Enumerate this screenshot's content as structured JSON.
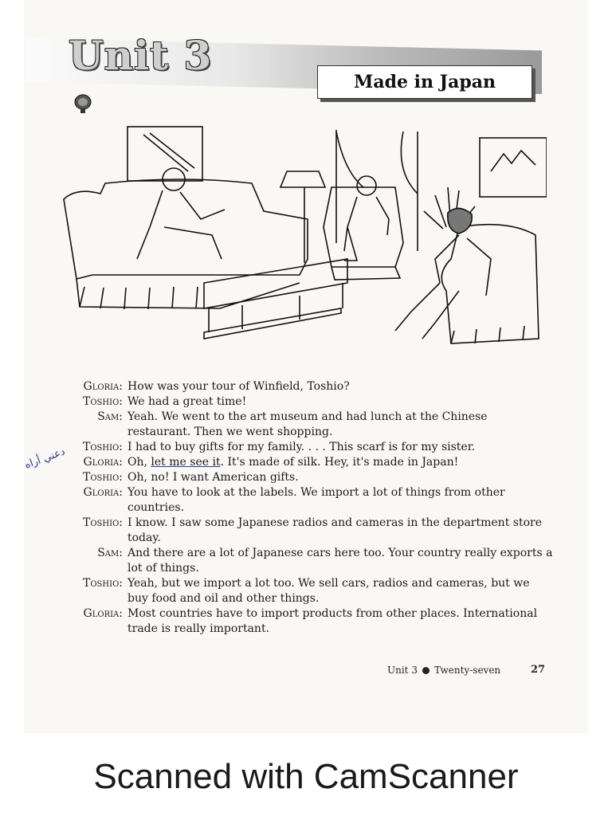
{
  "header": {
    "unit_title": "Unit 3",
    "subtitle": "Made in Japan"
  },
  "icons": {
    "audio": "audio-cassette-icon"
  },
  "illustration": {
    "description": "Living room scene: man on sofa, woman in armchair, young man in armchair, coffee table, floor lamp, paintings, curtains, plant"
  },
  "dialog": [
    {
      "speaker": "Gloria:",
      "text": "How was your tour of Winfield, Toshio?"
    },
    {
      "speaker": "Toshio:",
      "text": "We had a great time!"
    },
    {
      "speaker": "Sam:",
      "text": "Yeah. We went to the art museum and had lunch at the Chinese restaurant. Then we went shopping."
    },
    {
      "speaker": "Toshio:",
      "text": "I had to buy gifts for my family. . . . This scarf is for my sister."
    },
    {
      "speaker": "Gloria:",
      "text_before": "Oh, ",
      "text_underlined": "let me see it",
      "text_after": ". It's made of silk. Hey, it's made in Japan!"
    },
    {
      "speaker": "Toshio:",
      "text": "Oh, no! I want American gifts."
    },
    {
      "speaker": "Gloria:",
      "text": "You have to look at the labels. We import a lot of things from other countries."
    },
    {
      "speaker": "Toshio:",
      "text": "I know. I saw some Japanese radios and cameras in the department store today."
    },
    {
      "speaker": "Sam:",
      "text": "And there are a lot of Japanese cars here too. Your country really exports a lot of things."
    },
    {
      "speaker": "Toshio:",
      "text": "Yeah, but we import a lot too. We sell cars, radios and cameras, but we buy food and oil and other things."
    },
    {
      "speaker": "Gloria:",
      "text": "Most countries have to import products from other places. International trade is really important."
    }
  ],
  "handwritten_note": "دعني أراه",
  "footer": {
    "label": "Unit 3",
    "page_word": "Twenty-seven",
    "page_number": "27"
  },
  "watermark": "Scanned with CamScanner"
}
